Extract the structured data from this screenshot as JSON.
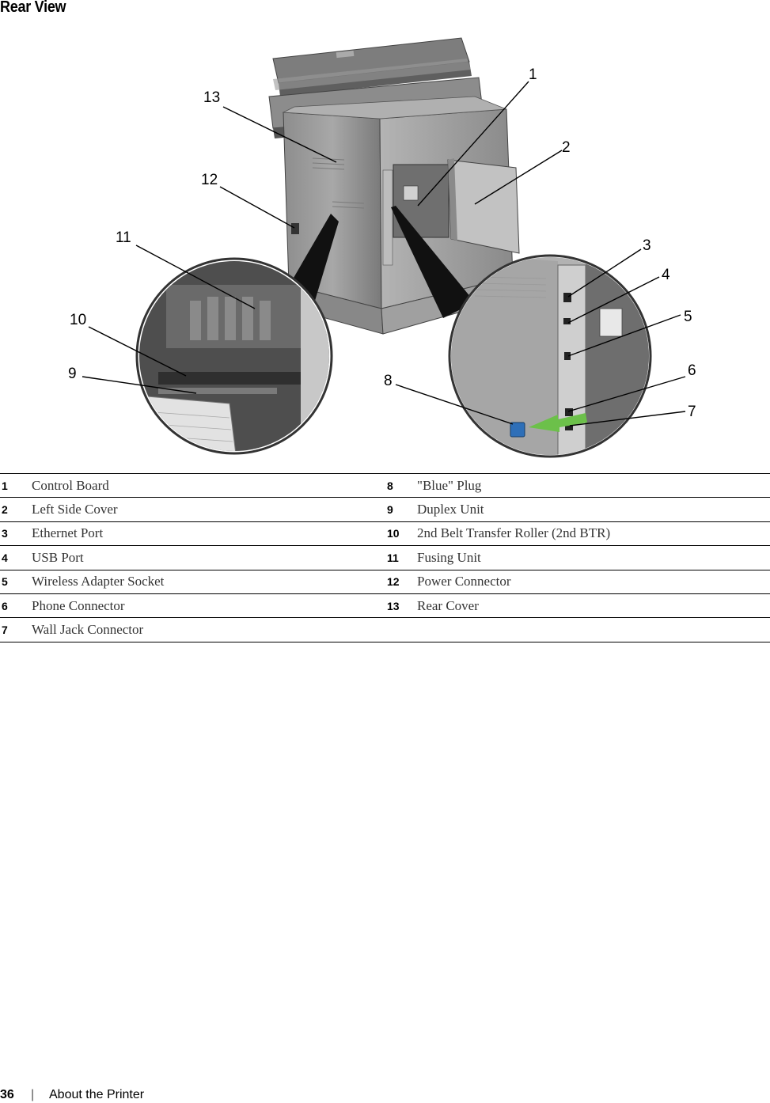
{
  "heading": "Rear View",
  "callouts": [
    "1",
    "2",
    "3",
    "4",
    "5",
    "6",
    "7",
    "8",
    "9",
    "10",
    "11",
    "12",
    "13"
  ],
  "legend": {
    "rows": [
      {
        "num_a": "1",
        "label_a": "Control Board",
        "num_b": "8",
        "label_b": "\"Blue\" Plug"
      },
      {
        "num_a": "2",
        "label_a": "Left Side Cover",
        "num_b": "9",
        "label_b": "Duplex Unit"
      },
      {
        "num_a": "3",
        "label_a": "Ethernet Port",
        "num_b": "10",
        "label_b": "2nd Belt Transfer Roller (2nd BTR)"
      },
      {
        "num_a": "4",
        "label_a": "USB Port",
        "num_b": "11",
        "label_b": "Fusing Unit"
      },
      {
        "num_a": "5",
        "label_a": "Wireless Adapter Socket",
        "num_b": "12",
        "label_b": "Power Connector"
      },
      {
        "num_a": "6",
        "label_a": "Phone Connector",
        "num_b": "13",
        "label_b": "Rear Cover"
      },
      {
        "num_a": "7",
        "label_a": "Wall Jack Connector",
        "num_b": "",
        "label_b": ""
      }
    ]
  },
  "footer": {
    "page_number": "36",
    "separator": "|",
    "section": "About the Printer"
  },
  "colors": {
    "printer_body": "#9a9a9a",
    "printer_dark": "#6e6e6e",
    "highlight_arrow": "#6cc04a",
    "blue_plug": "#2e6fb8"
  }
}
